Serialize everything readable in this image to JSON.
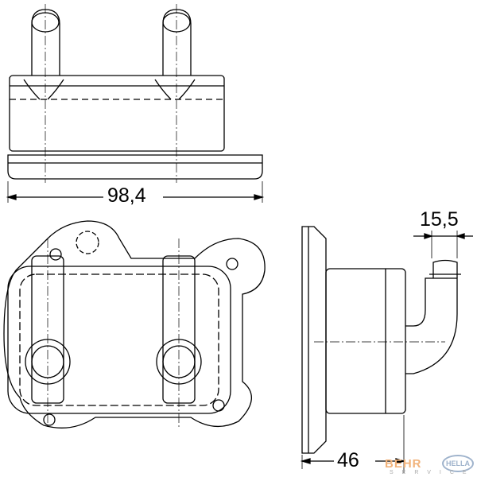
{
  "dimensions": {
    "width_top": "98,4",
    "pipe_offset": "15,5",
    "depth": "46"
  },
  "logo": {
    "brand1": "BEHR",
    "brand2": "HELLA",
    "service": "SERVICE",
    "colors": {
      "behr": "#f1b27a",
      "hella": "#9fb3cc"
    }
  }
}
